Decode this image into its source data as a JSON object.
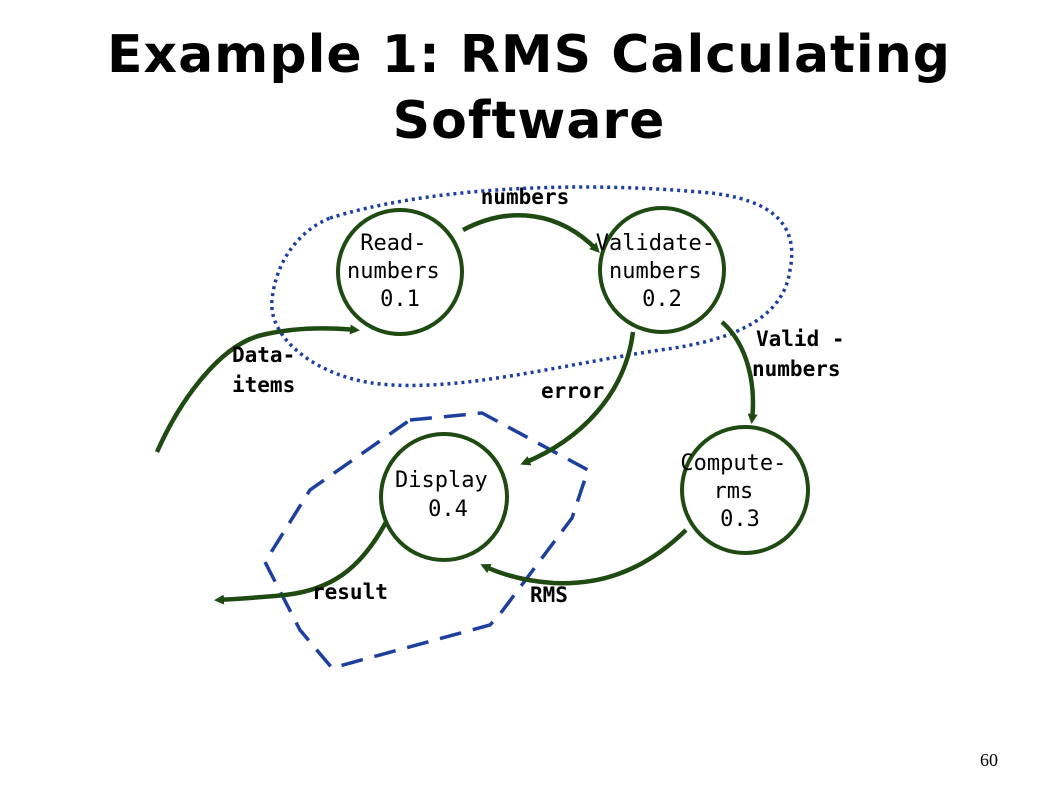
{
  "title": {
    "line1": "Example 1: RMS Calculating",
    "line2": "Software"
  },
  "colors": {
    "flow": "#1f4a12",
    "dotted_boundary": "#1d3f9e",
    "dashed_boundary": "#1d3f9e"
  },
  "processes": {
    "read": {
      "line1": "Read-",
      "line2": "numbers",
      "line3": "0.1"
    },
    "validate": {
      "line1": "Validate-",
      "line2": "numbers",
      "line3": "0.2"
    },
    "compute": {
      "line1": "Compute-",
      "line2": "rms",
      "line3": "0.3"
    },
    "display": {
      "line1": "Display",
      "line2": "0.4"
    }
  },
  "flows": {
    "numbers": "numbers",
    "data_items_1": "Data-",
    "data_items_2": "items",
    "valid_numbers_1": "Valid -",
    "valid_numbers_2": "numbers",
    "error": "error",
    "rms": "RMS",
    "result": "result"
  },
  "page_number": "60"
}
